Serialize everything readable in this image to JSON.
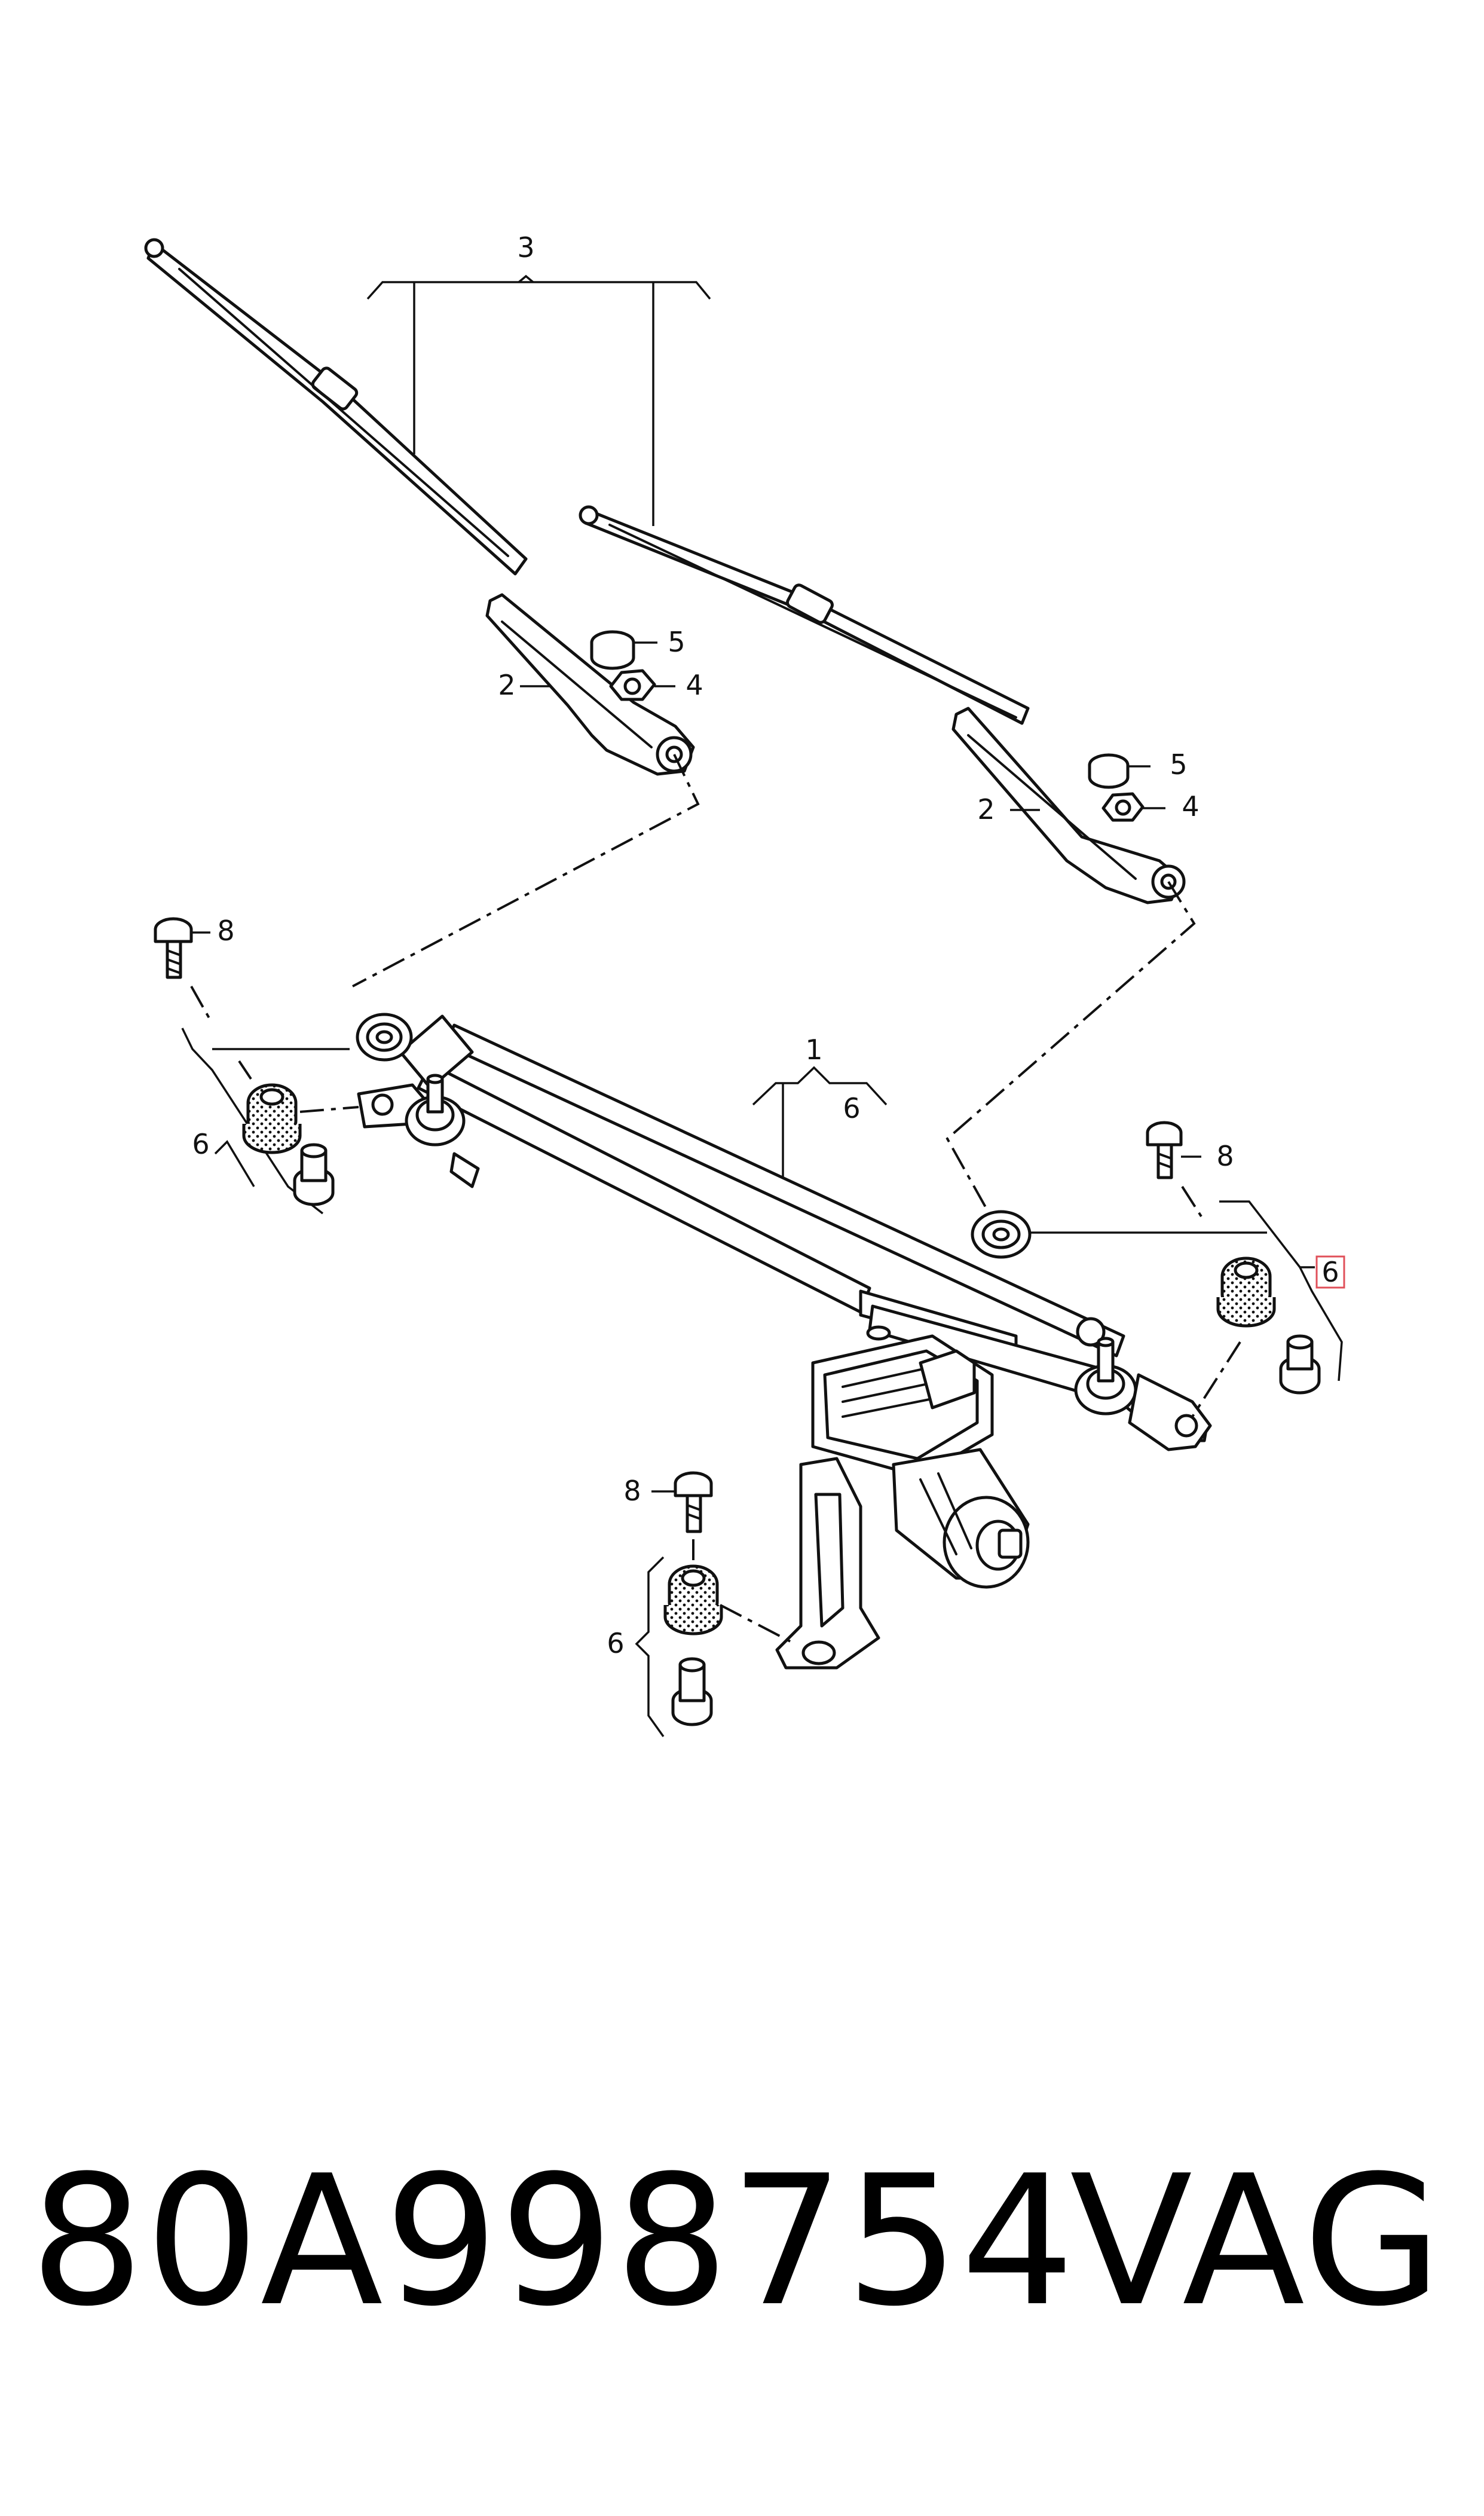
{
  "diagram": {
    "callouts": {
      "linkage_assembly": "1",
      "wiper_arm_left": "2",
      "wiper_arm_right": "2",
      "wiper_blade_set": "3",
      "nut_left": "4",
      "nut_right": "4",
      "cap_left": "5",
      "cap_right": "5",
      "linkage_sub": "6",
      "bush_set_left": "6",
      "bush_set_right": "6",
      "bush_set_bottom": "6",
      "bolt_left": "8",
      "bolt_right": "8",
      "bolt_bottom": "8"
    }
  },
  "footer": {
    "part_number": "80A998754",
    "brand": "VAG"
  }
}
